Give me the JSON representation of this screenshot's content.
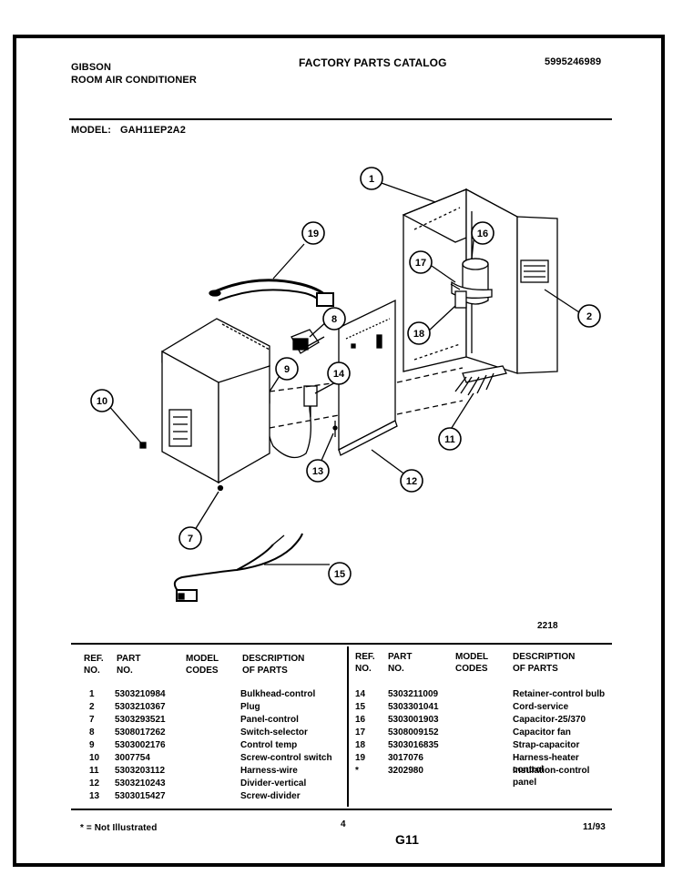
{
  "header": {
    "brand": "GIBSON",
    "product": "ROOM AIR CONDITIONER",
    "catalog": "FACTORY PARTS CATALOG",
    "catalog_number": "5995246989",
    "model_label": "MODEL:",
    "model_number": "GAH11EP2A2"
  },
  "diagram": {
    "ref_code": "2218",
    "callouts": [
      "1",
      "2",
      "7",
      "8",
      "9",
      "10",
      "11",
      "12",
      "13",
      "14",
      "15",
      "16",
      "17",
      "18",
      "19"
    ]
  },
  "table": {
    "headers": {
      "ref_no": "REF.\nNO.",
      "part_no": "PART\nNO.",
      "model_codes": "MODEL\nCODES",
      "description": "DESCRIPTION\nOF PARTS"
    },
    "left_rows": [
      {
        "ref": "1",
        "part": "5303210984",
        "desc": "Bulkhead-control"
      },
      {
        "ref": "2",
        "part": "5303210367",
        "desc": "Plug"
      },
      {
        "ref": "7",
        "part": "5303293521",
        "desc": "Panel-control"
      },
      {
        "ref": "8",
        "part": "5308017262",
        "desc": "Switch-selector"
      },
      {
        "ref": "9",
        "part": "5303002176",
        "desc": "Control temp"
      },
      {
        "ref": "10",
        "part": "3007754",
        "desc": "Screw-control switch"
      },
      {
        "ref": "11",
        "part": "5303203112",
        "desc": "Harness-wire"
      },
      {
        "ref": "12",
        "part": "5303210243",
        "desc": "Divider-vertical"
      },
      {
        "ref": "13",
        "part": "5303015427",
        "desc": "Screw-divider"
      }
    ],
    "right_rows": [
      {
        "ref": "14",
        "part": "5303211009",
        "desc": "Retainer-control bulb",
        "desc2": ""
      },
      {
        "ref": "15",
        "part": "5303301041",
        "desc": "Cord-service",
        "desc2": ""
      },
      {
        "ref": "16",
        "part": "5303001903",
        "desc": "Capacitor-25/370",
        "desc2": ""
      },
      {
        "ref": "17",
        "part": "5308009152",
        "desc": "Capacitor fan",
        "desc2": ""
      },
      {
        "ref": "18",
        "part": "5303016835",
        "desc": "Strap-capacitor",
        "desc2": ""
      },
      {
        "ref": "19",
        "part": "3017076",
        "desc": "Harness-heater",
        "desc2": "control"
      },
      {
        "ref": "*",
        "part": "3202980",
        "desc": "Insulation-control",
        "desc2": "panel"
      }
    ]
  },
  "footer": {
    "note": "* = Not Illustrated",
    "page": "4",
    "section": "G11",
    "date": "11/93"
  }
}
